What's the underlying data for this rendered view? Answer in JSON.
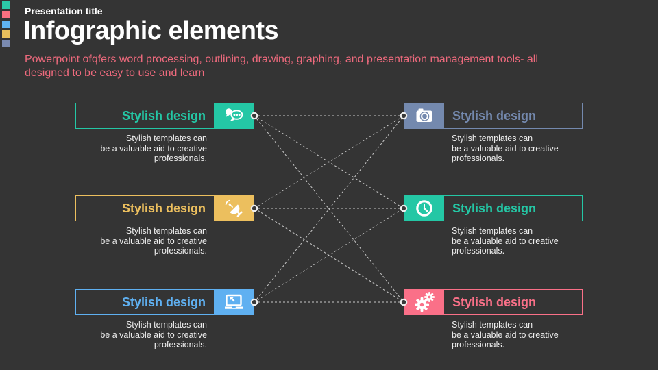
{
  "header": {
    "kicker": "Presentation title",
    "title": "Infographic elements",
    "subtitle": "Powerpoint ofqfers word processing, outlining, drawing, graphing, and presentation management tools- all designed to be easy to use and learn"
  },
  "colors": {
    "background": "#343434",
    "subtitle_pink": "#ee6a7d",
    "text_white": "#ededed",
    "connector_line": "#c9c9c9",
    "connector_dot_stroke": "#eeeeee"
  },
  "palette_squares": [
    {
      "name": "teal",
      "hex": "#2cc9a7",
      "style": "background:#2cc9a7"
    },
    {
      "name": "pink",
      "hex": "#fa7080",
      "style": "background:#fa7080"
    },
    {
      "name": "blue",
      "hex": "#5fb3f2",
      "style": "background:#5fb3f2"
    },
    {
      "name": "yellow",
      "hex": "#e8c05c",
      "style": "background:#e8c05c"
    },
    {
      "name": "slate",
      "hex": "#7a8ab0",
      "style": "background:#7a8ab0"
    }
  ],
  "cards": [
    {
      "title": "Stylish design",
      "icon": "chat-icon",
      "accent": "#24c7a5",
      "style": "--ac:#24c7a5",
      "desc_lines": [
        "Stylish templates can",
        "be a valuable aid to creative",
        "professionals."
      ]
    },
    {
      "title": "Stylish design",
      "icon": "satellite-icon",
      "accent": "#ecbf5e",
      "style": "--ac:#ecbf5e",
      "desc_lines": [
        "Stylish templates can",
        "be a valuable aid to creative",
        "professionals."
      ]
    },
    {
      "title": "Stylish design",
      "icon": "laptop-icon",
      "accent": "#5fb0f1",
      "style": "--ac:#5fb0f1",
      "desc_lines": [
        "Stylish templates can",
        "be a valuable aid to creative",
        "professionals."
      ]
    },
    {
      "title": "Stylish design",
      "icon": "camera-icon",
      "accent": "#7489ae",
      "style": "--ac:#7489ae",
      "desc_lines": [
        "Stylish templates can",
        "be a valuable aid to creative",
        "professionals."
      ]
    },
    {
      "title": "Stylish design",
      "icon": "clock-icon",
      "accent": "#24c7a5",
      "style": "--ac:#24c7a5",
      "desc_lines": [
        "Stylish templates can",
        "be a valuable aid to creative",
        "professionals."
      ]
    },
    {
      "title": "Stylish design",
      "icon": "gears-icon",
      "accent": "#fa7088",
      "style": "--ac:#fa7088",
      "desc_lines": [
        "Stylish templates can",
        "be a valuable aid to creative",
        "professionals."
      ]
    }
  ]
}
